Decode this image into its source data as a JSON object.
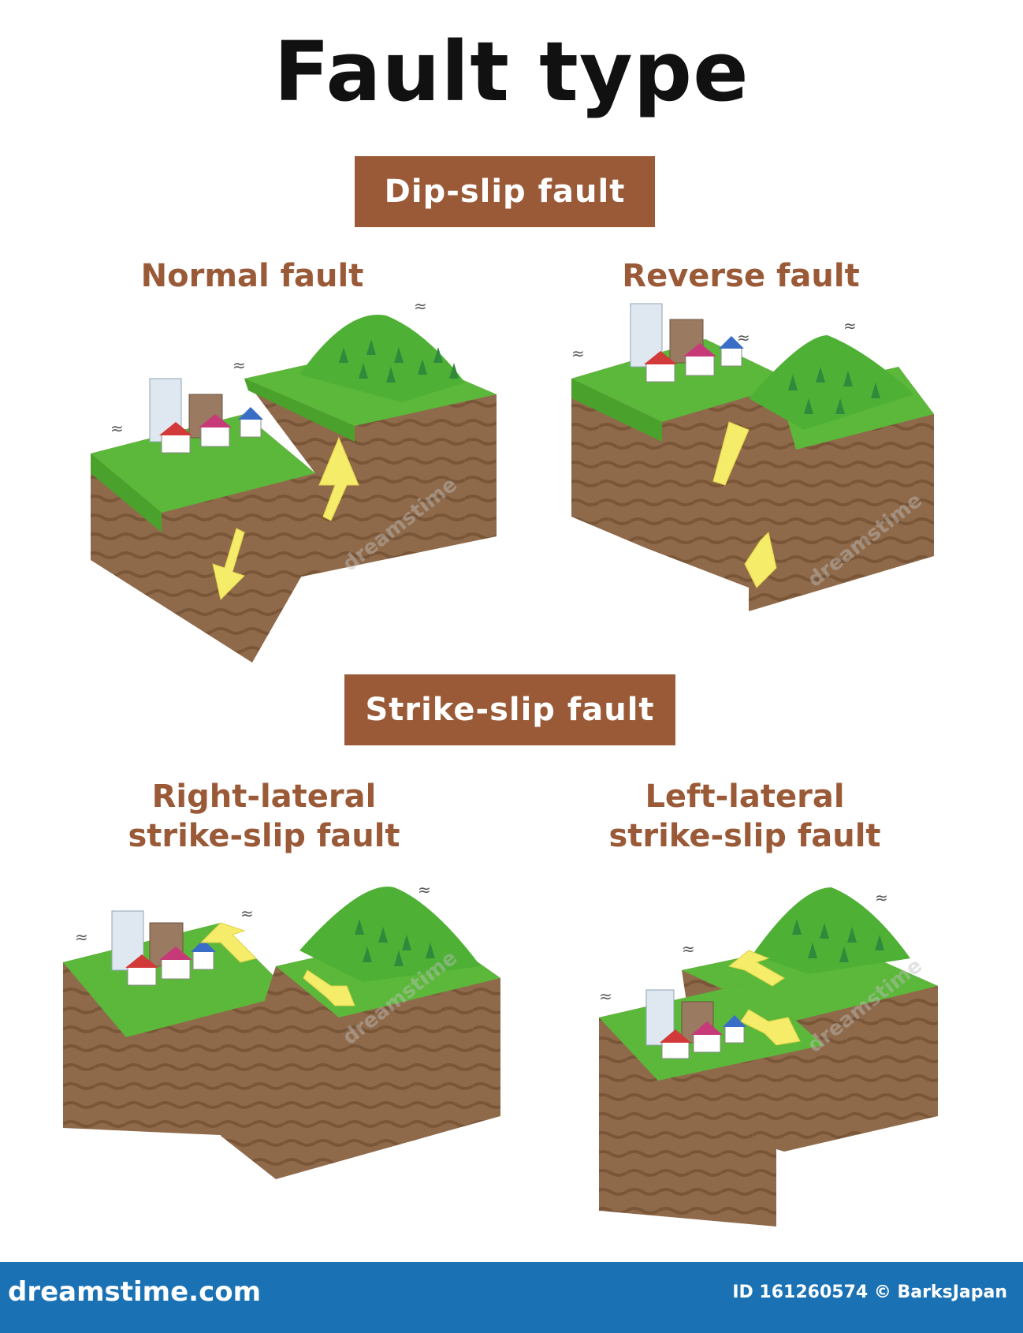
{
  "title": "Fault type",
  "sections": {
    "dip_slip": {
      "label": "Dip-slip fault",
      "left": "Normal fault",
      "right": "Reverse fault"
    },
    "strike_slip": {
      "label": "Strike-slip fault",
      "left_line1": "Right-lateral",
      "left_line2": "strike-slip fault",
      "right_line1": "Left-lateral",
      "right_line2": "strike-slip fault"
    }
  },
  "watermark": "dreamstime",
  "footer": {
    "brand": "dreamstime.com",
    "credit": "ID 161260574 © BarksJapan"
  },
  "colors": {
    "section_box": "#9a5a38",
    "label_text": "#9a5a38",
    "grass": "#5cb83a",
    "soil": "#8f6a4a",
    "arrow": "#f5ec6a",
    "footer": "#1a72b4"
  },
  "icons": [
    "building-icon",
    "house-icon",
    "tree-icon",
    "mountain-icon",
    "arrow-icon",
    "shake-icon"
  ]
}
